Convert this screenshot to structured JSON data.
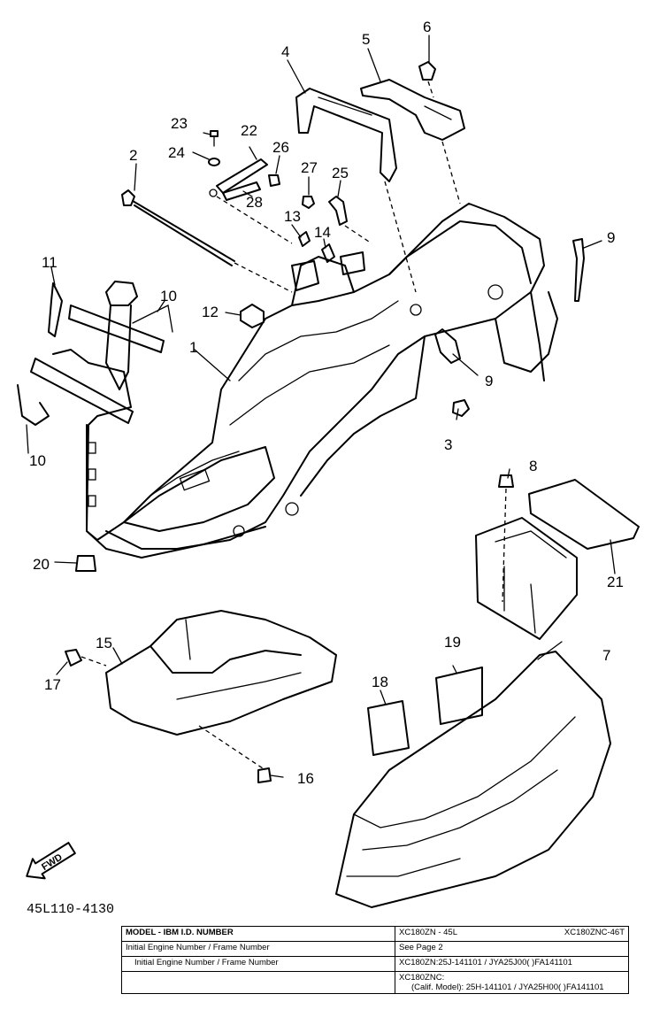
{
  "diagram": {
    "callouts": [
      "1",
      "2",
      "3",
      "4",
      "5",
      "6",
      "7",
      "8",
      "9",
      "9",
      "10",
      "10",
      "11",
      "12",
      "13",
      "14",
      "15",
      "16",
      "17",
      "18",
      "19",
      "20",
      "21",
      "22",
      "23",
      "24",
      "25",
      "26",
      "27",
      "28"
    ],
    "arrow_label": "FWD",
    "part_code": "45L110-4130"
  },
  "table": {
    "header": {
      "col1": "MODEL - IBM I.D. NUMBER",
      "col2a": "XC180ZN - 45L",
      "col2b": "XC180ZNC-46T"
    },
    "row1": {
      "col1": "Initial Engine Number / Frame Number",
      "col2": "See Page 2"
    },
    "row2": {
      "col1": "Initial Engine Number / Frame Number",
      "col2": "XC180ZN:25J-141101 / JYA25J00( )FA141101"
    },
    "row3": {
      "col2_line1": "XC180ZNC:",
      "col2_line2": "(Calif. Model): 25H-141101 / JYA25H00( )FA141101"
    }
  }
}
